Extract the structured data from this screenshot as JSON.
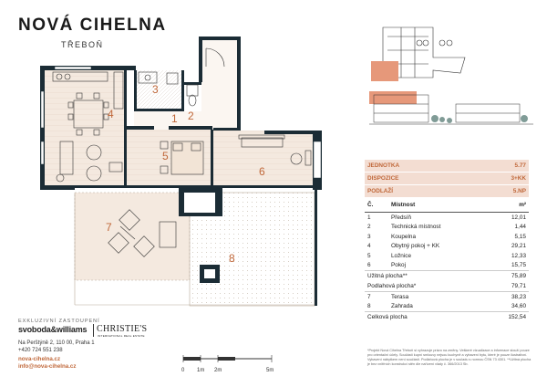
{
  "header": {
    "title": "NOVÁ CIHELNA",
    "subtitle": "TŘEBOŇ"
  },
  "plan": {
    "room_numbers": [
      "1",
      "2",
      "3",
      "4",
      "5",
      "6",
      "7",
      "8"
    ],
    "scale_labels": [
      "0",
      "1m",
      "2m",
      "5m"
    ]
  },
  "spec": {
    "unit": {
      "label": "JEDNOTKA",
      "value": "5.77"
    },
    "layout": {
      "label": "DISPOZICE",
      "value": "3+KK"
    },
    "floor": {
      "label": "PODLAŽÍ",
      "value": "5.NP"
    },
    "columns": {
      "num": "Č.",
      "room": "Místnost",
      "area": "m²"
    },
    "rooms": [
      {
        "num": "1",
        "name": "Předsíň",
        "area": "12,01"
      },
      {
        "num": "2",
        "name": "Technická místnost",
        "area": "1,44"
      },
      {
        "num": "3",
        "name": "Koupelna",
        "area": "5,15"
      },
      {
        "num": "4",
        "name": "Obytný pokoj + KK",
        "area": "29,21"
      },
      {
        "num": "5",
        "name": "Ložnice",
        "area": "12,33"
      },
      {
        "num": "6",
        "name": "Pokoj",
        "area": "15,75"
      }
    ],
    "usable": {
      "label": "Užitná plocha**",
      "value": "75,89"
    },
    "floor_area": {
      "label": "Podlahová plocha*",
      "value": "79,71"
    },
    "outdoor": [
      {
        "num": "7",
        "name": "Terasa",
        "area": "38,23"
      },
      {
        "num": "8",
        "name": "Zahrada",
        "area": "34,60"
      }
    ],
    "total": {
      "label": "Celková plocha",
      "value": "152,54"
    }
  },
  "footnote": "*Projekt Nová Cihelna Třeboň si vyhrazuje právo na změny. Veškeré vizualizace a informace slouží pouze pro orientační účely. Součástí kupní smlouvy nejsou kuchyně a vybavení bytu, které je pouze ilustrativní. Vybavení nábytkem není součástí. Podlahová plocha je v souladu s normou ČSN 73 4301. **Užitná plocha je bez vnitřních konstrukcí stěn dle nařízení vlády č. 366/2013 Sb.",
  "agency": {
    "label": "EXKLUZIVNÍ ZASTOUPENÍ",
    "brand_left": "svoboda&williams",
    "brand_right": "CHRISTIE'S",
    "brand_sub": "INTERNATIONAL REAL ESTATE",
    "address": "Na Perštýně 2, 110 00, Praha 1",
    "phone": "+420 724 551 238",
    "web": "nova-cihelna.cz",
    "email": "info@nova-cihelna.cz"
  },
  "colors": {
    "accent": "#c0683a",
    "highlight": "#f3ddd2",
    "wall": "#1b2c35",
    "wood": "#f4e9df"
  }
}
